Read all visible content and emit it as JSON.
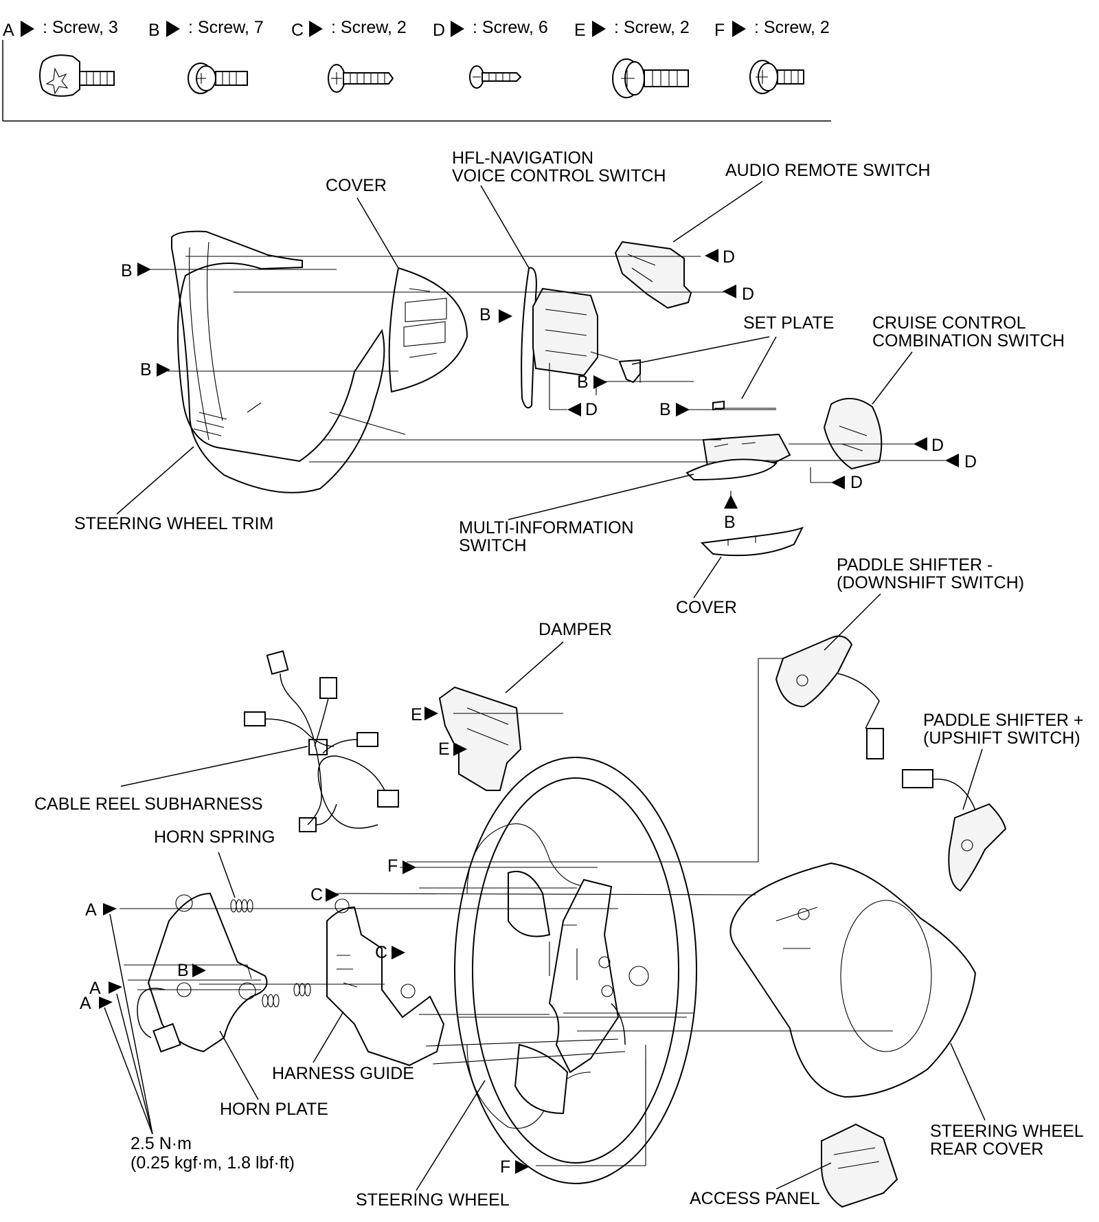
{
  "legend": {
    "screws": [
      {
        "letter": "A",
        "desc": ": Screw, 3"
      },
      {
        "letter": "B",
        "desc": ": Screw, 7"
      },
      {
        "letter": "C",
        "desc": ": Screw, 2"
      },
      {
        "letter": "D",
        "desc": ": Screw, 6"
      },
      {
        "letter": "E",
        "desc": ": Screw, 2"
      },
      {
        "letter": "F",
        "desc": ": Screw, 2"
      }
    ]
  },
  "parts": {
    "cover_top": "COVER",
    "hfl_line1": "HFL-NAVIGATION",
    "hfl_line2": "VOICE CONTROL SWITCH",
    "audio_remote": "AUDIO REMOTE SWITCH",
    "set_plate": "SET PLATE",
    "cruise_line1": "CRUISE CONTROL",
    "cruise_line2": "COMBINATION SWITCH",
    "steering_wheel_trim": "STEERING WHEEL TRIM",
    "multi_line1": "MULTI-INFORMATION",
    "multi_line2": "SWITCH",
    "cover_bottom": "COVER",
    "paddle_minus_line1": "PADDLE SHIFTER  -",
    "paddle_minus_line2": "(DOWNSHIFT SWITCH)",
    "damper": "DAMPER",
    "paddle_plus_line1": "PADDLE SHIFTER +",
    "paddle_plus_line2": "(UPSHIFT SWITCH)",
    "cable_reel": "CABLE REEL SUBHARNESS",
    "horn_spring": "HORN SPRING",
    "harness_guide": "HARNESS GUIDE",
    "horn_plate": "HORN PLATE",
    "steering_wheel": "STEERING WHEEL",
    "access_panel": "ACCESS PANEL",
    "rear_cover_line1": "STEERING WHEEL",
    "rear_cover_line2": "REAR COVER"
  },
  "torque": {
    "line1": "2.5 N·m",
    "line2": "(0.25 kgf·m, 1.8 lbf·ft)"
  },
  "callouts": {
    "A": "A",
    "B": "B",
    "C": "C",
    "D": "D",
    "E": "E",
    "F": "F"
  }
}
